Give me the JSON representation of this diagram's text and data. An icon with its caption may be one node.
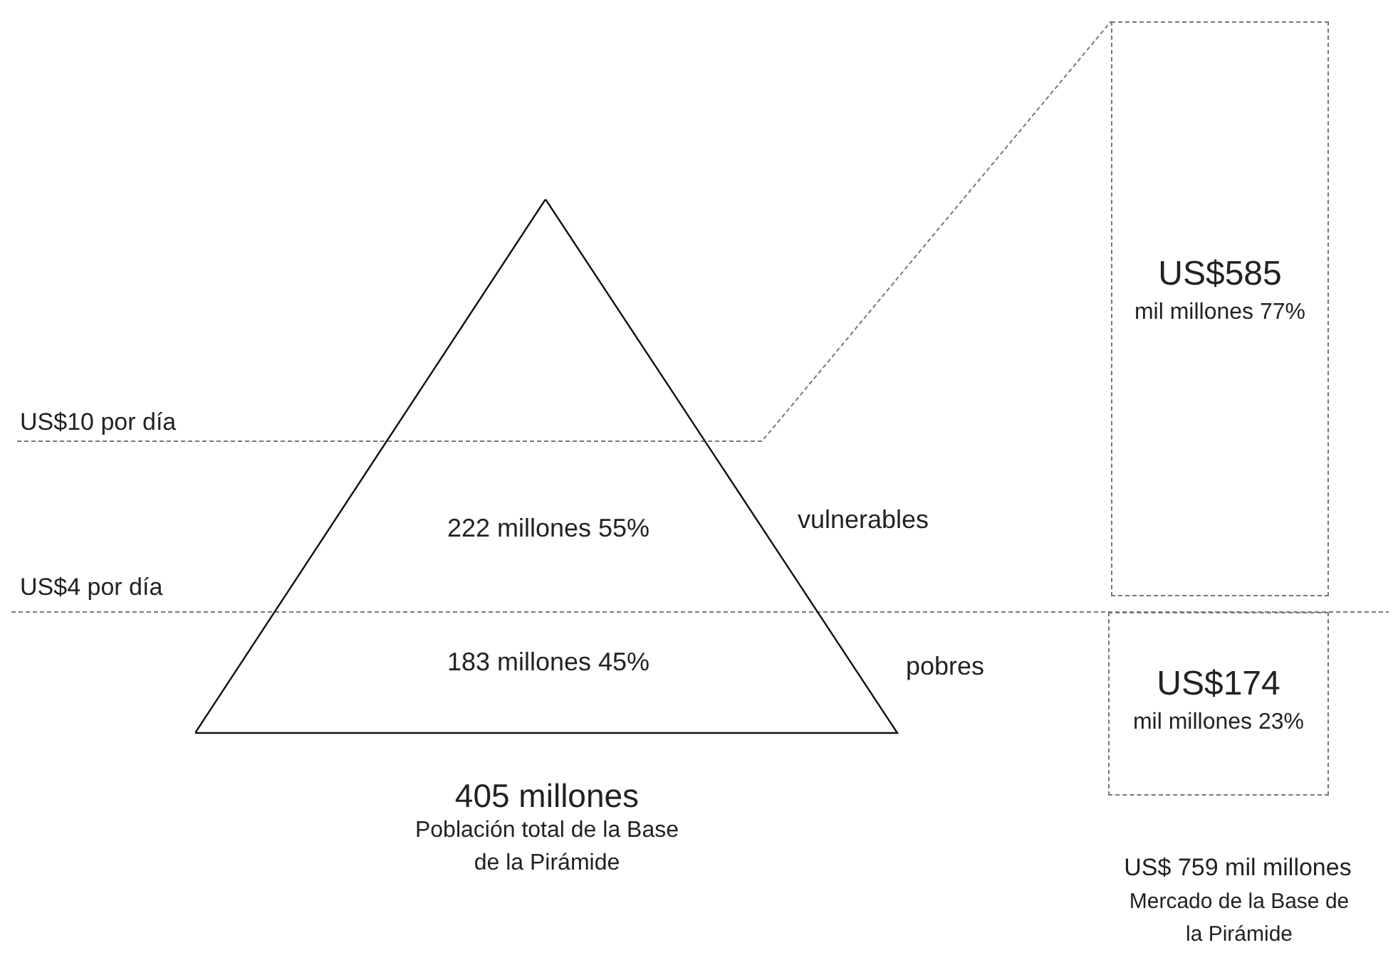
{
  "diagram": {
    "nodes": [
      {
        "text": [
          "222 millones 55%",
          "183 millones 45%"
        ],
        "beside": [
          "405 millones",
          "Población total de la Base de la Pirámide"
        ]
      },
      {
        "text": [
          "US$585",
          "mil millones 77%"
        ]
      },
      {
        "text": [
          "US$174",
          "mil millones 23%"
        ]
      }
    ],
    "labels": [
      "US$10 por día",
      "US$4 por día",
      "vulnerables",
      "pobres",
      "US$ 759 mil millones",
      "Mercado de la Base de la Pirámide"
    ]
  }
}
